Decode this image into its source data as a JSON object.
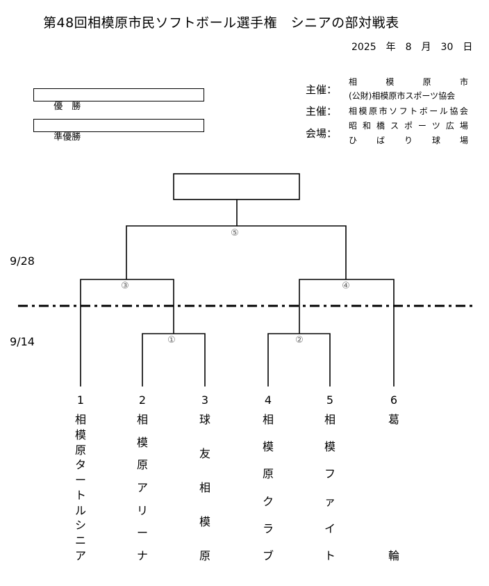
{
  "header": {
    "title": "第48回相模原市民ソフトボール選手権　シニアの部対戦表",
    "date": "2025　年　8　月　30　日"
  },
  "results": {
    "winner_label": "優　勝",
    "runner_up_label": "準優勝"
  },
  "info": {
    "organizer_label": "主催：",
    "organizer_line1": "相模原市",
    "organizer_line2": "(公財)相模原市スポーツ協会",
    "co_organizer_label": "主催：",
    "co_organizer_value": "相模原市ソフトボール協会",
    "venue_label": "会場：",
    "venue_line1": "昭和橋スポーツ広場",
    "venue_line2": "ひばり球場"
  },
  "dates": {
    "final_round": "9/28",
    "first_round": "9/14"
  },
  "rounds": {
    "m1": "①",
    "m2": "②",
    "m3": "③",
    "m4": "④",
    "m5": "⑤"
  },
  "teams": [
    {
      "number": "1",
      "name": "相模原タートルシニア"
    },
    {
      "number": "2",
      "name": "相模原アリーナ"
    },
    {
      "number": "3",
      "name": "球友相模原"
    },
    {
      "number": "4",
      "name": "相模原クラブ"
    },
    {
      "number": "5",
      "name": "相模ファイト"
    },
    {
      "number": "6",
      "name": "葛輪"
    }
  ]
}
